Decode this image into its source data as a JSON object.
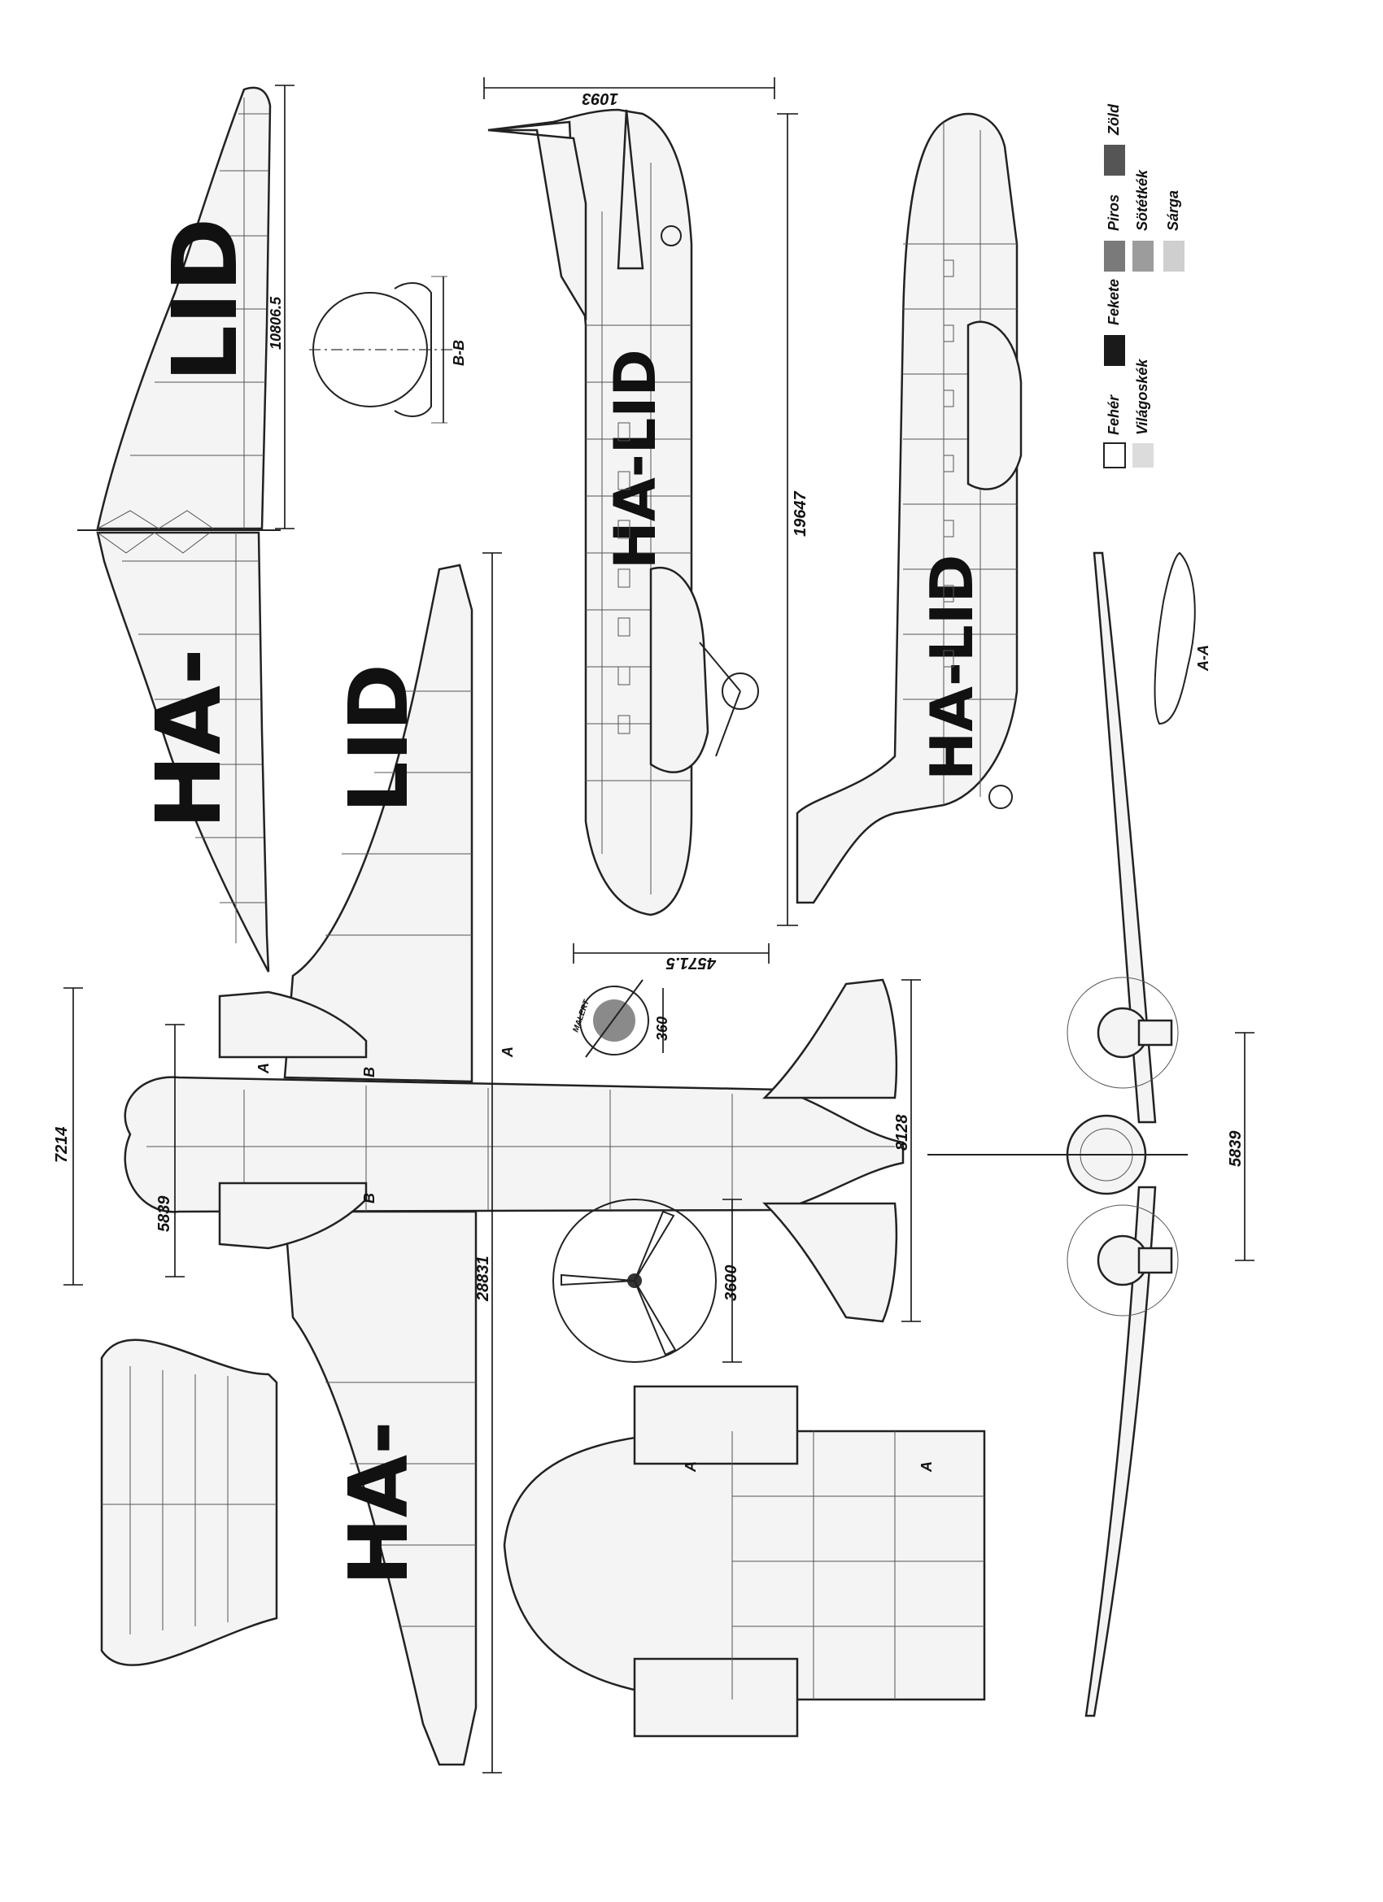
{
  "registration": {
    "full": "HA-LID",
    "prefix": "HA-",
    "suffix": "LID"
  },
  "dimensions": {
    "wing_half_span": "10806.5",
    "total_length_top": "1093",
    "fuselage_length": "19647",
    "nose_offset": "4571.5",
    "wing_span": "28831",
    "nacelle_span": "7214",
    "engine_spacing": "5839",
    "engine_spacing_front": "5839",
    "tail_span": "8128",
    "propeller_diameter": "3600",
    "emblem_size": "360"
  },
  "section_labels": {
    "bb_title": "B-B",
    "aa_title": "A-A",
    "a_mark": "A",
    "b_mark": "B"
  },
  "emblem_text": "MALERT",
  "legend": {
    "items": [
      {
        "label": "Fehér",
        "color": "#ffffff"
      },
      {
        "label": "Világoskék",
        "color": "#dcdcdc"
      },
      {
        "label": "Fekete",
        "color": "#1a1a1a"
      },
      {
        "label": "Piros",
        "color": "#7a7a7a"
      },
      {
        "label": "Sötétkék",
        "color": "#9c9c9c"
      },
      {
        "label": "Sárga",
        "color": "#cfcfcf"
      },
      {
        "label": "Zöld",
        "color": "#555555"
      }
    ]
  }
}
